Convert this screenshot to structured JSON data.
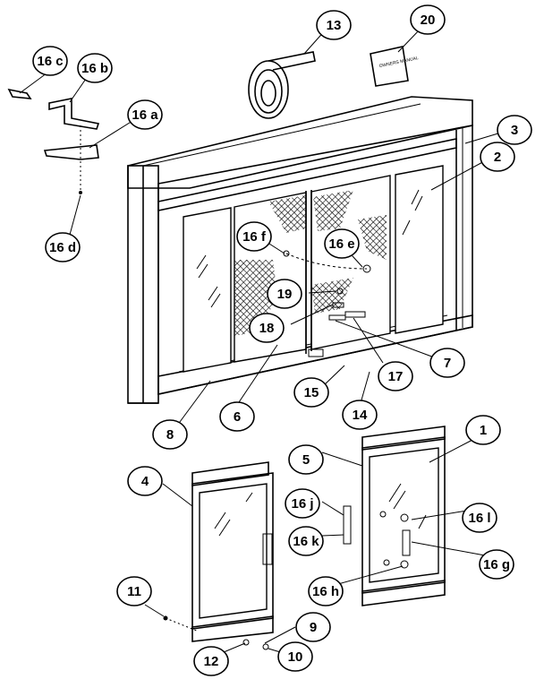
{
  "callouts": [
    {
      "id": "p1",
      "label": "1"
    },
    {
      "id": "p3",
      "label": "3"
    },
    {
      "id": "p2",
      "label": "2"
    },
    {
      "id": "p4",
      "label": "4"
    },
    {
      "id": "p5",
      "label": "5"
    },
    {
      "id": "p6",
      "label": "6"
    },
    {
      "id": "p7",
      "label": "7"
    },
    {
      "id": "p8",
      "label": "8"
    },
    {
      "id": "p9",
      "label": "9"
    },
    {
      "id": "p10",
      "label": "10"
    },
    {
      "id": "p11",
      "label": "11"
    },
    {
      "id": "p12",
      "label": "12"
    },
    {
      "id": "p13",
      "label": "13"
    },
    {
      "id": "p14",
      "label": "14"
    },
    {
      "id": "p15",
      "label": "15"
    },
    {
      "id": "p16a",
      "label": "16 a"
    },
    {
      "id": "p16b",
      "label": "16 b"
    },
    {
      "id": "p16c",
      "label": "16 c"
    },
    {
      "id": "p16d",
      "label": "16 d"
    },
    {
      "id": "p16e",
      "label": "16 e"
    },
    {
      "id": "p16f",
      "label": "16 f"
    },
    {
      "id": "p16g",
      "label": "16 g"
    },
    {
      "id": "p16h",
      "label": "16 h"
    },
    {
      "id": "p16j",
      "label": "16 j"
    },
    {
      "id": "p16k",
      "label": "16 k"
    },
    {
      "id": "p16l",
      "label": "16 l"
    },
    {
      "id": "p17",
      "label": "17"
    },
    {
      "id": "p18",
      "label": "18"
    },
    {
      "id": "p19",
      "label": "19"
    },
    {
      "id": "p20",
      "label": "20"
    }
  ],
  "manual_cover_text": "OWNERS MANUAL"
}
